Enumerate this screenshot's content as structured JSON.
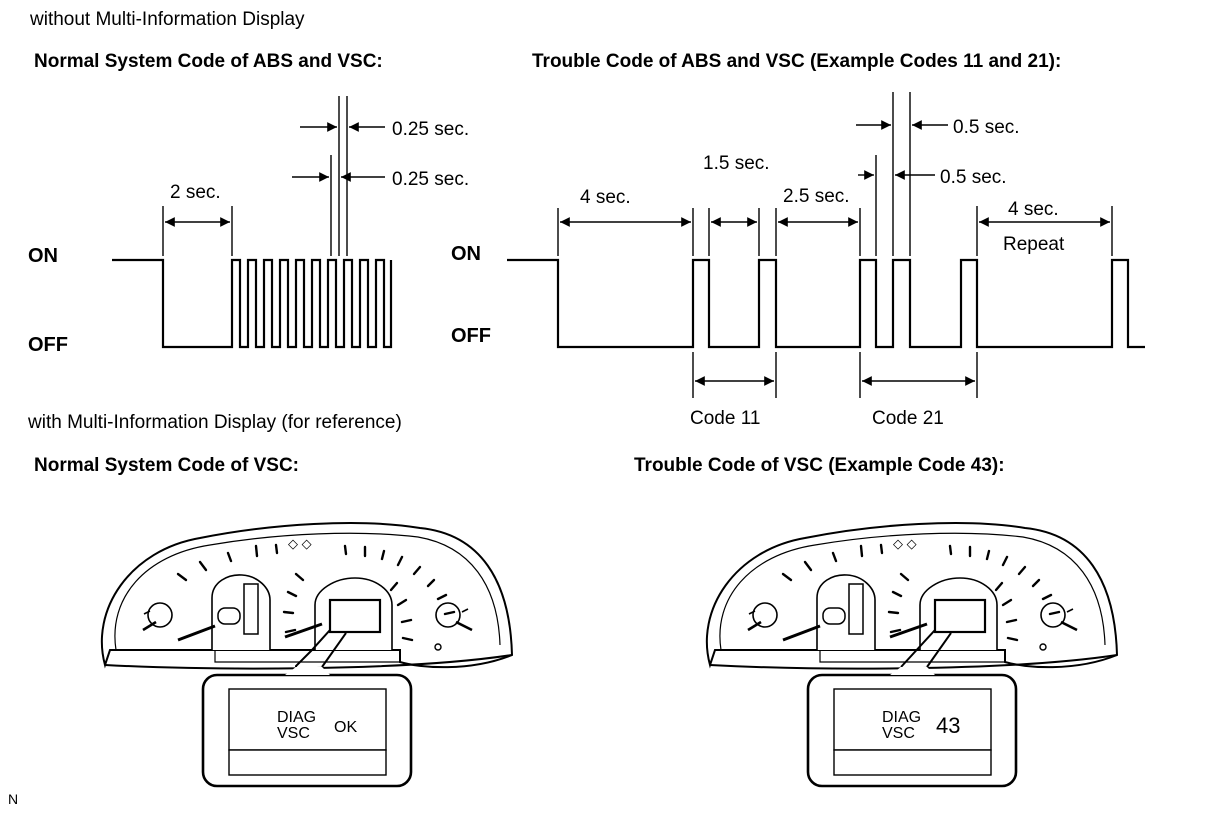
{
  "sections": {
    "without_mid": "without Multi-Information Display",
    "with_mid": "with Multi-Information Display (for reference)"
  },
  "normal_abs_vsc": {
    "title": "Normal System Code of ABS and VSC:",
    "on_label": "ON",
    "off_label": "OFF",
    "dim_2sec": "2 sec.",
    "dim_025_a": "0.25 sec.",
    "dim_025_b": "0.25 sec."
  },
  "trouble_abs_vsc": {
    "title": "Trouble Code of ABS and VSC (Example Codes 11 and 21):",
    "on_label": "ON",
    "off_label": "OFF",
    "dim_4sec": "4 sec.",
    "dim_15sec": "1.5 sec.",
    "dim_25sec": "2.5 sec.",
    "dim_05_a": "0.5 sec.",
    "dim_05_b": "0.5 sec.",
    "dim_4sec_repeat": "4 sec.",
    "repeat_label": "Repeat",
    "code11_label": "Code 11",
    "code21_label": "Code 21"
  },
  "normal_vsc": {
    "title": "Normal System Code of VSC:",
    "display_line1": "DIAG",
    "display_line2": "VSC",
    "display_value": "OK"
  },
  "trouble_vsc": {
    "title": "Trouble Code of VSC (Example Code 43):",
    "display_line1": "DIAG",
    "display_line2": "VSC",
    "display_value": "43"
  },
  "corner_mark": "N"
}
